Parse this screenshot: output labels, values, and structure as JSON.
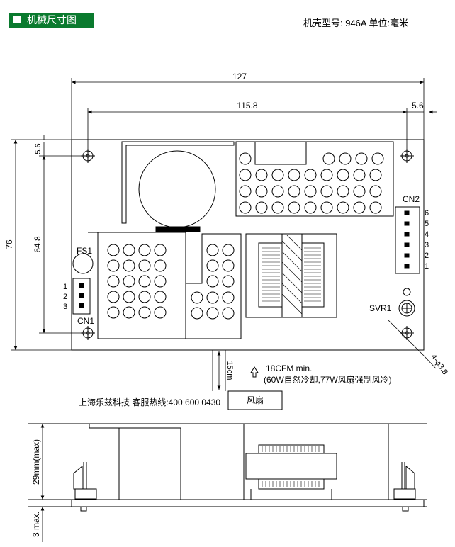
{
  "header": {
    "section_title": "机械尺寸图",
    "model_info": "机壳型号: 946A  单位:毫米"
  },
  "dims": {
    "overall_width": "127",
    "hole_span": "115.8",
    "right_offset": "5.6",
    "top_offset": "5.6",
    "overall_height": "76",
    "hole_span_v": "64.8",
    "height_max": "29mm(max)",
    "bottom_max": "3 max.",
    "fan_distance": "15cm",
    "mount_holes": "4-φ3.8"
  },
  "labels": {
    "fs1": "FS1",
    "cn1": "CN1",
    "cn2": "CN2",
    "svr1": "SVR1",
    "cn1_pins": [
      "1",
      "2",
      "3"
    ],
    "cn2_pins": [
      "6",
      "5",
      "4",
      "3",
      "2",
      "1"
    ]
  },
  "airflow": {
    "line1": "18CFM min.",
    "line2": "(60W自然冷却,77W风扇强制风冷)",
    "fan_label": "风扇"
  },
  "hotline": "上海乐兹科技 客服热线:400 600 0430"
}
